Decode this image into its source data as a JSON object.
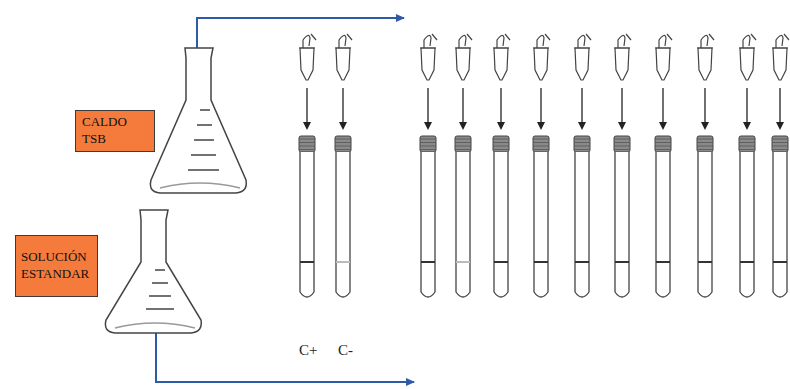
{
  "diagram": {
    "nodes": [
      {
        "text": [
          "CALDO TSB"
        ]
      },
      {
        "text": [
          "SOLUCIÓN ESTANDAR"
        ]
      }
    ],
    "labels": [
      "C+",
      "C-"
    ]
  }
}
